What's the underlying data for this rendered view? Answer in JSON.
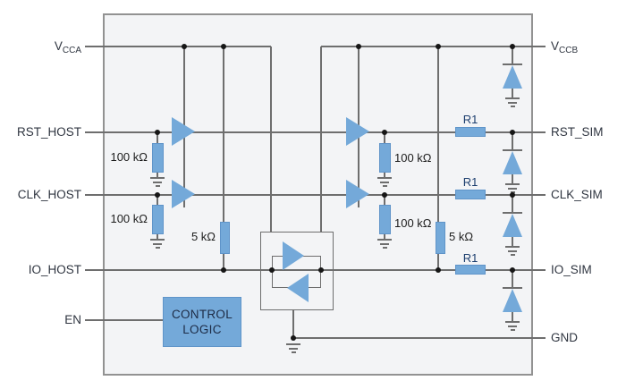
{
  "diagram": {
    "pins_left": [
      {
        "name": "V",
        "sub": "CCA"
      },
      {
        "name": "RST_HOST"
      },
      {
        "name": "CLK_HOST"
      },
      {
        "name": "IO_HOST"
      },
      {
        "name": "EN"
      }
    ],
    "pins_right": [
      {
        "name": "V",
        "sub": "CCB"
      },
      {
        "name": "RST_SIM"
      },
      {
        "name": "CLK_SIM"
      },
      {
        "name": "IO_SIM"
      },
      {
        "name": "GND"
      }
    ],
    "labels": {
      "pullup_resistor": "100 kΩ",
      "io_pullup_resistor": "5 kΩ",
      "series_resistor": "R1",
      "control_logic_line1": "CONTROL",
      "control_logic_line2": "LOGIC"
    },
    "colors": {
      "component_blue": "#74a9d9",
      "wire_gray": "#6e6e6e",
      "ic_fill": "#f3f4f6",
      "label_dark": "#2f3540",
      "r1_label_navy": "#1c3e6e"
    }
  }
}
